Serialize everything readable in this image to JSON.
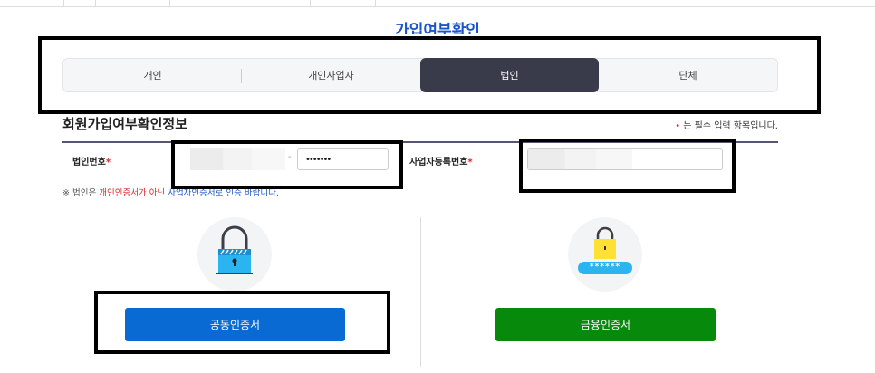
{
  "page": {
    "title": "가입여부확인"
  },
  "tabs": [
    {
      "label": "개인",
      "active": false
    },
    {
      "label": "개인사업자",
      "active": false
    },
    {
      "label": "법인",
      "active": true
    },
    {
      "label": "단체",
      "active": false
    }
  ],
  "form": {
    "heading": "회원가입여부확인정보",
    "required_note_mark": "•",
    "required_note": " 는 필수 입력 항목입니다.",
    "corp_number_label": "법인번호",
    "required_star": "*",
    "corp_number_separator": "-",
    "corp_number_suffix_value": "•••••••",
    "business_reg_label": "사업자등록번호",
    "notice_prefix": "※  법인은 ",
    "notice_highlight": "개인인증서가 아닌",
    "notice_suffix": " 사업자인증서로 인증 바랍니다."
  },
  "auth": {
    "joint_cert_label": "공동인증서",
    "financial_cert_label": "금융인증서",
    "password_mask": "******"
  },
  "colors": {
    "accent": "#1a56c9",
    "joint_button": "#0a6ad4",
    "financial_button": "#078a0c",
    "active_tab": "#3a3b4a",
    "required": "#e3242b"
  }
}
